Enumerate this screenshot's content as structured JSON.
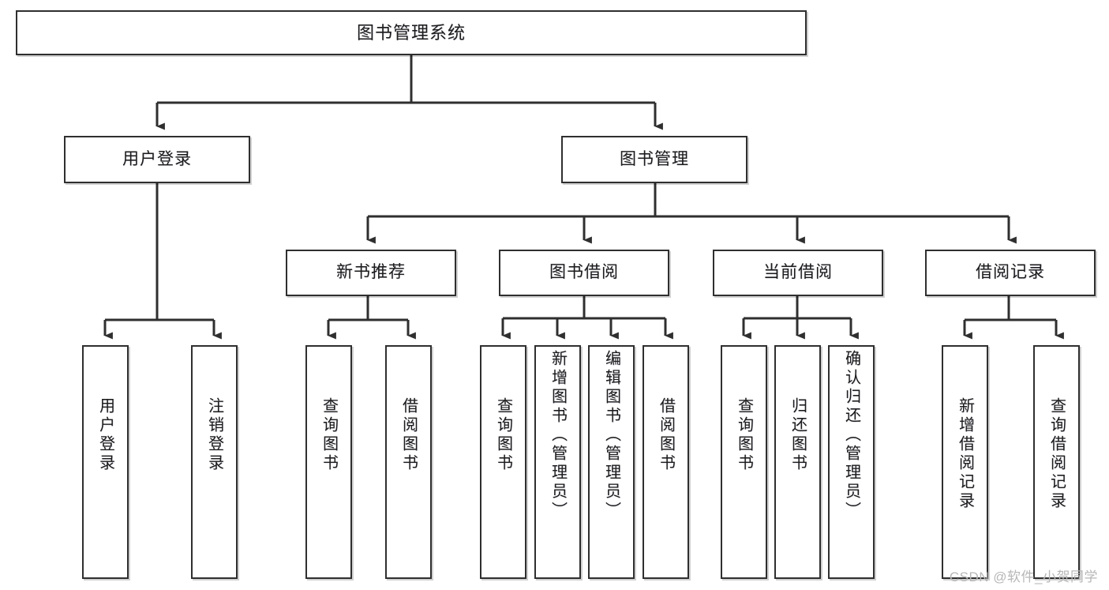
{
  "diagram": {
    "type": "tree",
    "title": "图书管理系统",
    "watermark": "CSDN @软件_小贺同学",
    "colors": {
      "background": "#ffffff",
      "box_fill": "#ffffff",
      "box_border": "#2f2f2f",
      "connector": "#2f2f2f",
      "text": "#1c1c1c",
      "watermark": "#b7b7b7"
    },
    "root": {
      "label": "图书管理系统"
    },
    "level2": [
      {
        "label": "用户登录"
      },
      {
        "label": "图书管理"
      }
    ],
    "level3": [
      {
        "label": "新书推荐"
      },
      {
        "label": "图书借阅"
      },
      {
        "label": "当前借阅"
      },
      {
        "label": "借阅记录"
      }
    ],
    "leaves": {
      "user_login": [
        {
          "label": "用户登录"
        },
        {
          "label": "注销登录"
        }
      ],
      "new_book_recommend": [
        {
          "label": "查询图书"
        },
        {
          "label": "借阅图书"
        }
      ],
      "book_borrow": [
        {
          "label": "查询图书"
        },
        {
          "label": "新增图书（管理员）"
        },
        {
          "label": "编辑图书（管理员）"
        },
        {
          "label": "借阅图书"
        }
      ],
      "current_borrow": [
        {
          "label": "查询图书"
        },
        {
          "label": "归还图书"
        },
        {
          "label": "确认归还（管理员）"
        }
      ],
      "borrow_record": [
        {
          "label": "新增借阅记录"
        },
        {
          "label": "查询借阅记录"
        }
      ]
    }
  }
}
